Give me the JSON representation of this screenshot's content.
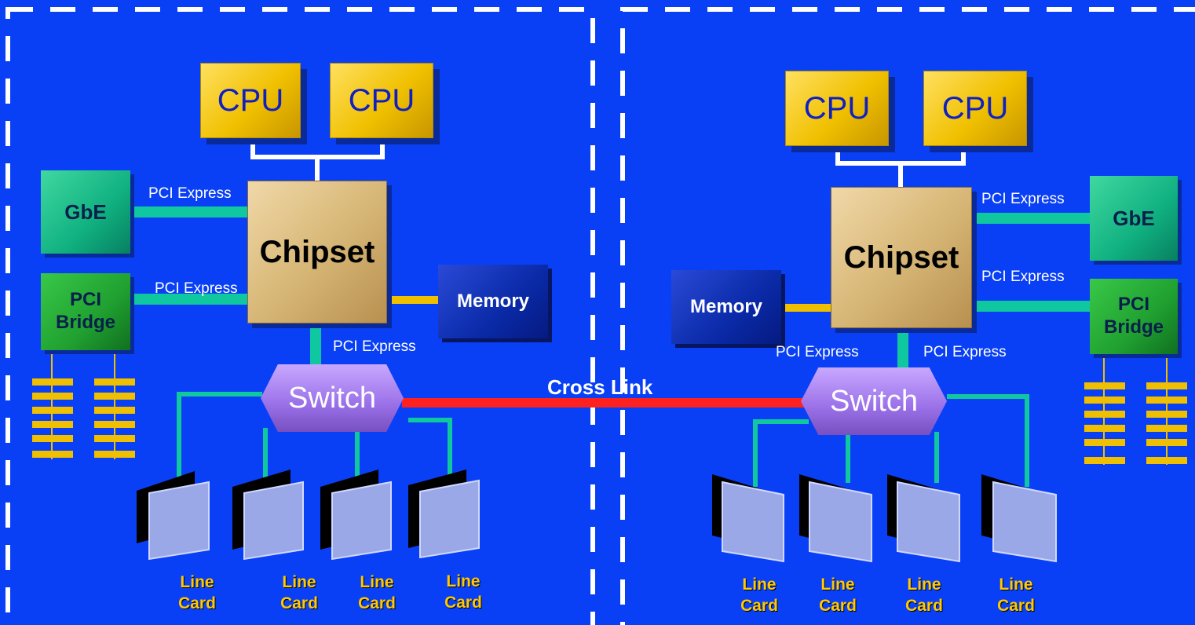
{
  "left": {
    "cpu1": "CPU",
    "cpu2": "CPU",
    "chipset": "Chipset",
    "gbe": "GbE",
    "pci_bridge": "PCI\nBridge",
    "memory": "Memory",
    "switch": "Switch",
    "link_gbe": "PCI Express",
    "link_bridge": "PCI Express",
    "link_switch": "PCI Express",
    "line_cards": [
      "Line\nCard",
      "Line\nCard",
      "Line\nCard",
      "Line\nCard"
    ]
  },
  "right": {
    "cpu1": "CPU",
    "cpu2": "CPU",
    "chipset": "Chipset",
    "gbe": "GbE",
    "pci_bridge": "PCI\nBridge",
    "memory": "Memory",
    "switch": "Switch",
    "link_gbe": "PCI Express",
    "link_bridge": "PCI Express",
    "link_memory": "PCI Express",
    "link_switch": "PCI Express",
    "line_cards": [
      "Line\nCard",
      "Line\nCard",
      "Line\nCard",
      "Line\nCard"
    ]
  },
  "cross_link": "Cross Link",
  "colors": {
    "background": "#0a40f5",
    "pcie_link": "#10c8a0",
    "memory_bus": "#f0c000",
    "cross_link": "#ff2020",
    "line_card_label": "#ffc800"
  }
}
